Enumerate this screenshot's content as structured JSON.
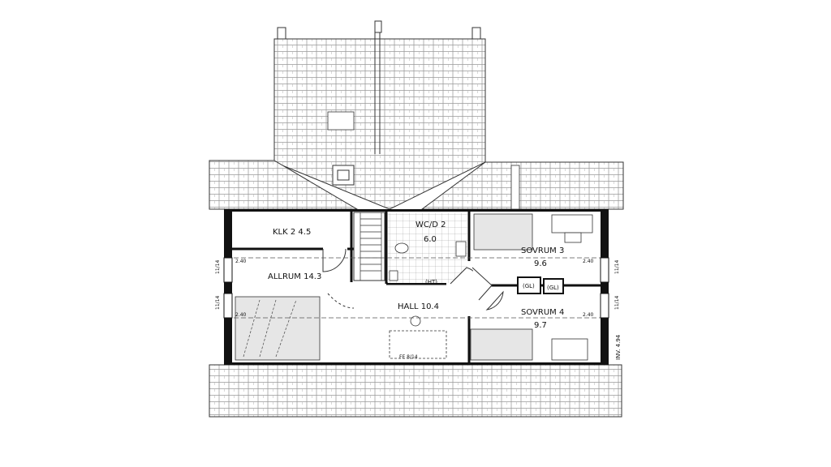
{
  "rooms": {
    "klk": {
      "name": "KLK 2",
      "area": "4.5"
    },
    "wc": {
      "name": "WC/D 2",
      "area": "6.0"
    },
    "allrum": {
      "name": "ALLRUM",
      "area": "14.3"
    },
    "hall": {
      "name": "HALL",
      "area": "10.4"
    },
    "sovrum3": {
      "name": "SOVRUM 3",
      "area": "9.6"
    },
    "sovrum4": {
      "name": "SOVRUM 4",
      "area": "9.7"
    }
  },
  "fixtures": {
    "ht": "(HT)",
    "gl1": "(GL)",
    "gl2": "(GL)",
    "fe": "FE 8/14"
  },
  "dimensions": {
    "height_left_top": "2.40",
    "height_left_bottom": "2.40",
    "height_right_top": "2.40",
    "height_right_bottom": "2.40",
    "window_left_top": "11/14",
    "window_left_bottom": "11/14",
    "window_right_top": "11/14",
    "window_right_bottom": "11/14",
    "inv": "INV. 4.94"
  }
}
